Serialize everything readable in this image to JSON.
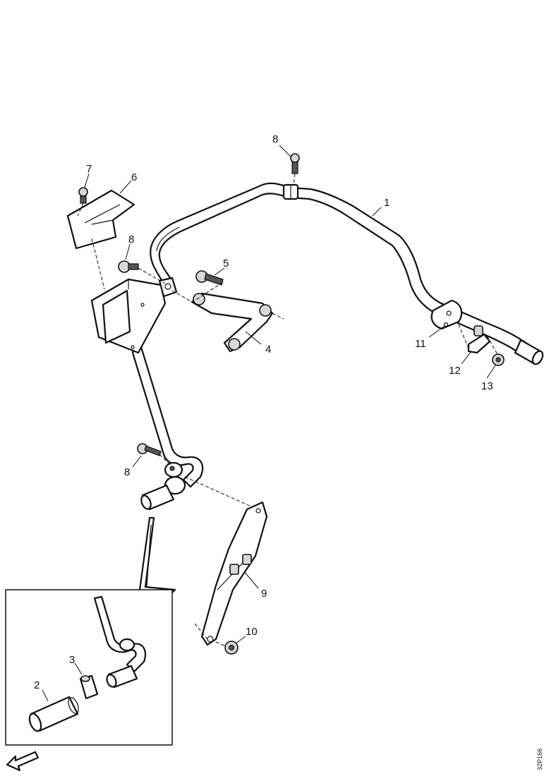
{
  "callouts": [
    {
      "id": "c1",
      "label": "1"
    },
    {
      "id": "c2",
      "label": "2"
    },
    {
      "id": "c3",
      "label": "3"
    },
    {
      "id": "c4",
      "label": "4"
    },
    {
      "id": "c5",
      "label": "5"
    },
    {
      "id": "c6",
      "label": "6"
    },
    {
      "id": "c7",
      "label": "7"
    },
    {
      "id": "c8a",
      "label": "8"
    },
    {
      "id": "c8b",
      "label": "8"
    },
    {
      "id": "c8c",
      "label": "8"
    },
    {
      "id": "c9",
      "label": "9"
    },
    {
      "id": "c10",
      "label": "10"
    },
    {
      "id": "c11",
      "label": "11"
    },
    {
      "id": "c12",
      "label": "12"
    },
    {
      "id": "c13",
      "label": "13"
    }
  ],
  "figure_code": "32P166",
  "icons": {
    "front_direction": "direction-arrow-icon"
  }
}
